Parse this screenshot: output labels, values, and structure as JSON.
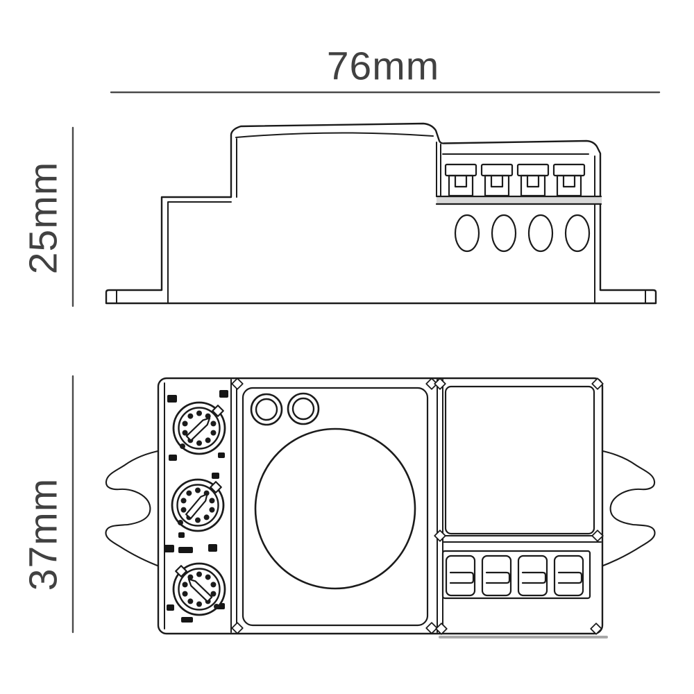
{
  "canvas": {
    "background": "#ffffff"
  },
  "drawing": {
    "stroke_color": "#1b1b1b",
    "dimension_line_color": "#4a4a4a",
    "shade_color": "#d8d8d8",
    "shadow_color": "#a8a8a8",
    "dimension_labels": {
      "width": "76mm",
      "side_height": "25mm",
      "front_height": "37mm"
    },
    "side_view": {
      "terminal_clamps": 4,
      "wire_holes": 4,
      "mounting_flanges": 2
    },
    "front_view": {
      "rotary_dials": 3,
      "led_windows": 2,
      "terminal_slots": 4,
      "mounting_wings": 2
    }
  }
}
